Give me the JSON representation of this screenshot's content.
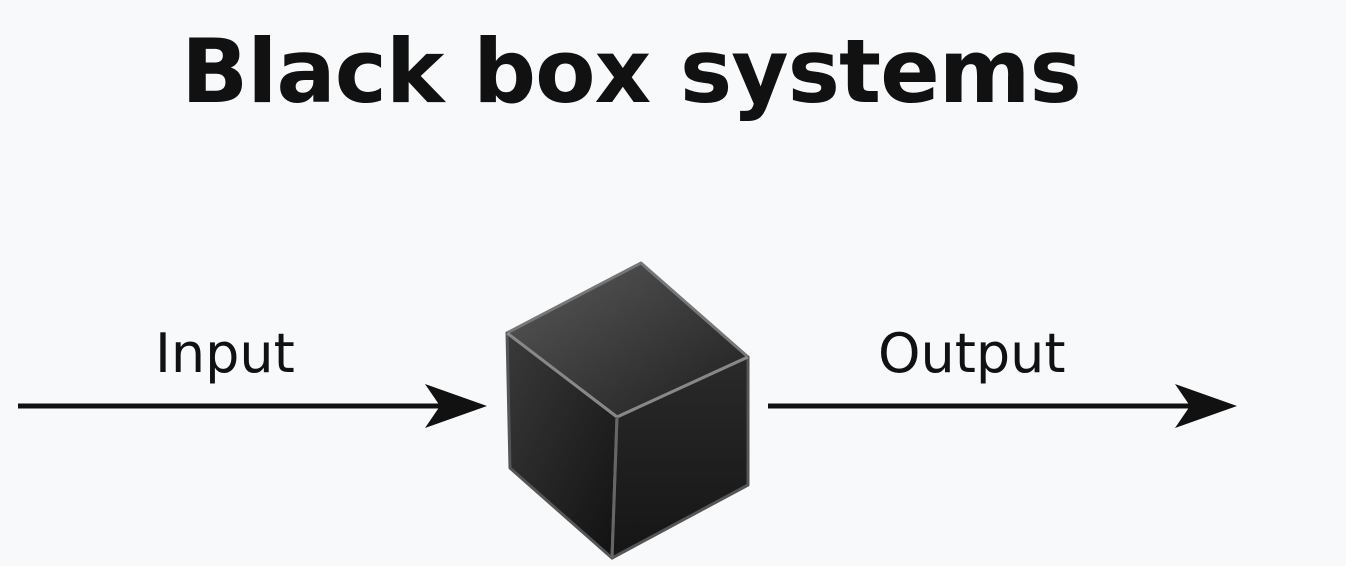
{
  "title": "Black box systems",
  "input_label": "Input",
  "output_label": "Output",
  "colors": {
    "background": "#f8f9fa",
    "cube": "#2a2a2a",
    "arrow": "#111111"
  }
}
